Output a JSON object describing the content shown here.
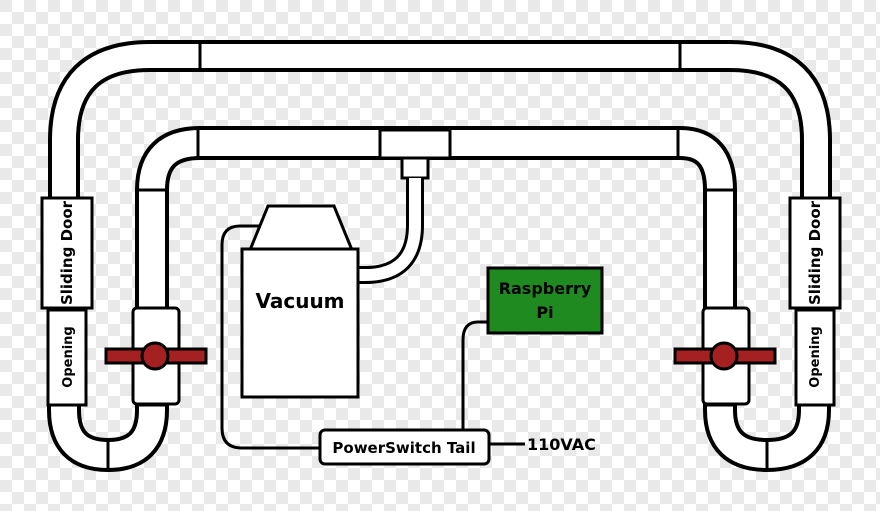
{
  "labels": {
    "vacuum": "Vacuum",
    "raspberry_line1": "Raspberry",
    "raspberry_line2": "Pi",
    "powerswitch": "PowerSwitch Tail",
    "ac": "110VAC",
    "sliding_door_left": "Sliding Door",
    "sliding_door_right": "Sliding Door",
    "opening_left": "Opening",
    "opening_right": "Opening"
  },
  "colors": {
    "checker_light": "#ffffff",
    "checker_dark": "#e9e9e9",
    "pi_green": "#1f8a1f",
    "valve_red": "#a52020",
    "stroke": "#000000",
    "fill": "#ffffff"
  }
}
